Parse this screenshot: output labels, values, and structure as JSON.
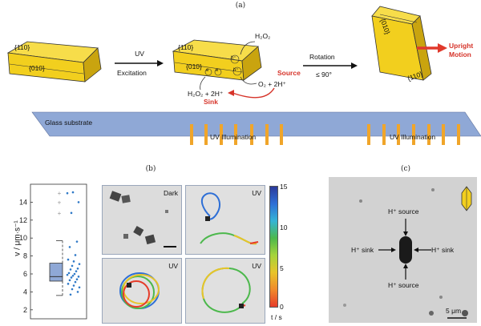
{
  "figure": {
    "panel_a": {
      "caption": "(a)",
      "crystal1": {
        "face_top": "{110}",
        "face_front": "{010}"
      },
      "arrow1": {
        "top": "UV",
        "bottom": "Excitation"
      },
      "crystal2": {
        "face_top": "{110}",
        "face_front": "{010}",
        "h2o2_top": "H₂O₂",
        "hole": "h⁺",
        "electron": "e",
        "o2_2h": "O₂ + 2H⁺",
        "h2o2_2h": "H₂O₂ + 2H⁺",
        "source": "Source",
        "sink": "Sink"
      },
      "arrow2": {
        "top": "Rotation",
        "bottom": "≤ 90°"
      },
      "crystal3": {
        "face_top": "{010}",
        "face_bottom": "{110}",
        "motion": "Upright\nMotion"
      },
      "substrate": "Glass substrate",
      "uv_left": "UV Illumination",
      "uv_right": "UV Illumination",
      "colors": {
        "crystal": "#f2cf1e",
        "crystal_dark": "#c9a40f",
        "substrate": "#8fa8d6",
        "uv": "#f0a52a",
        "accent": "#d6342a"
      }
    },
    "panel_b": {
      "caption": "(b)",
      "ylabel": "v / μm·s⁻¹",
      "yticks": [
        "14",
        "12",
        "10",
        "8",
        "6",
        "4",
        "2"
      ],
      "box": {
        "median": 5.7,
        "q1": 5.2,
        "q3": 7.2,
        "whisker_low": 3.6,
        "whisker_high": 9.7
      },
      "points": [
        15.0,
        15.1,
        14.0,
        12.8,
        9.6,
        9.0,
        8.1,
        7.6,
        7.4,
        7.1,
        6.9,
        6.6,
        6.5,
        6.3,
        6.1,
        6.0,
        5.9,
        5.8,
        5.7,
        5.6,
        5.4,
        5.3,
        5.1,
        4.9,
        4.7,
        4.5,
        4.3,
        4.0,
        3.7
      ],
      "outliers": [
        15.0,
        14.0,
        12.8
      ],
      "images": {
        "dark": "Dark",
        "uv1": "UV",
        "uv2": "UV",
        "uv3": "UV"
      },
      "colorbar": {
        "ticks": [
          "15",
          "10",
          "5",
          "0"
        ],
        "label": "t / s"
      }
    },
    "panel_c": {
      "caption": "(c)",
      "top": "H⁺ source",
      "bottom": "H⁺ source",
      "left": "H⁺ sink",
      "right": "H⁺ sink",
      "scale": "5 μm"
    }
  }
}
